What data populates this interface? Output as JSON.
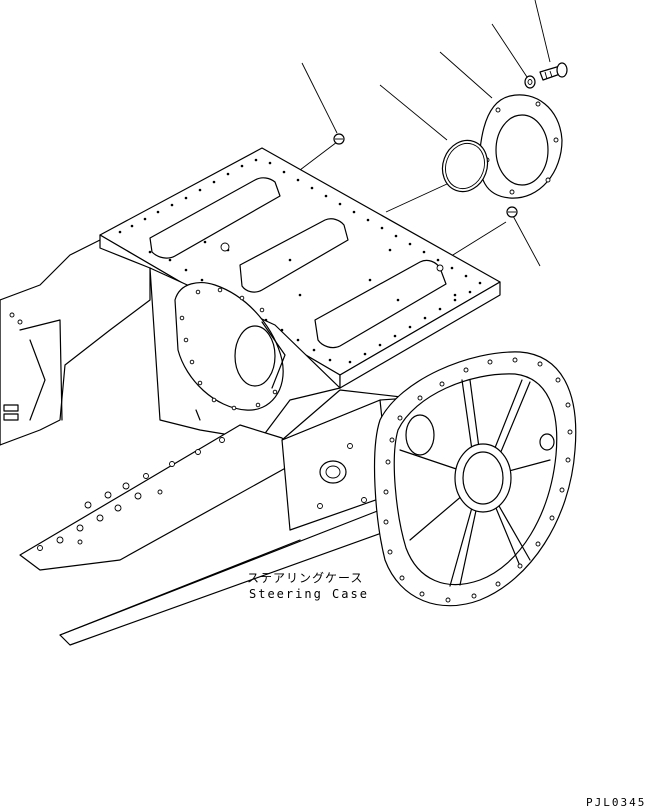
{
  "diagram": {
    "caption_jp": "ステアリングケース",
    "caption_en": "Steering Case",
    "figure_code": "PJL0345"
  },
  "colors": {
    "line": "#000000",
    "background": "#ffffff"
  }
}
